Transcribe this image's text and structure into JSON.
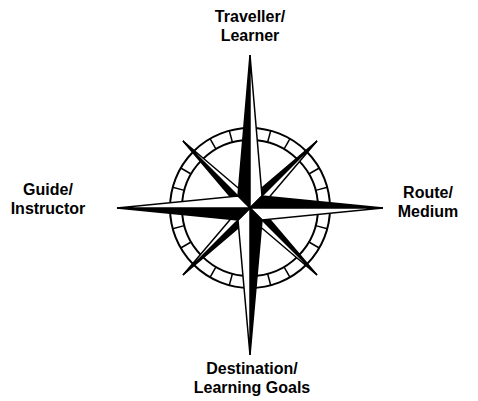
{
  "diagram": {
    "labels": [
      "Traveller/ Learner",
      "Guide/ Instructor",
      "Route/ Medium",
      "Destination/ Learning Goals"
    ]
  }
}
